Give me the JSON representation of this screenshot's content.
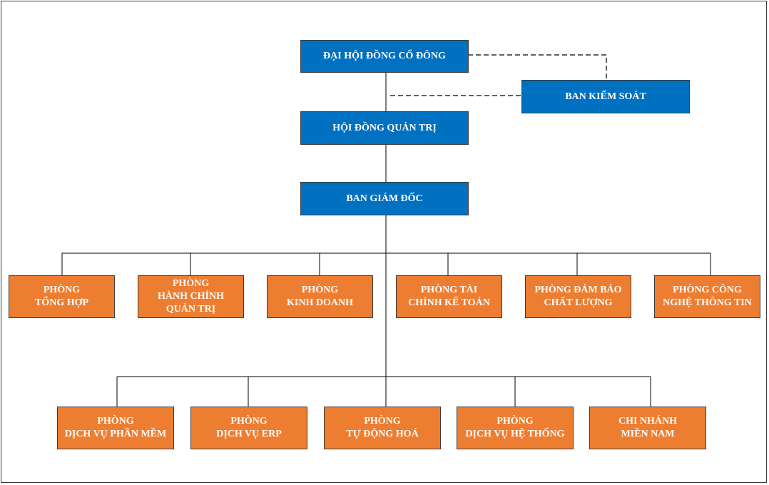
{
  "colors": {
    "top_level": "#0070c0",
    "department": "#ed7d31",
    "line": "#000000"
  },
  "nodes": {
    "dhdcd": "ĐẠI HỘI ĐỒNG CỔ ĐÔNG",
    "bks": "BAN KIỂM SOÁT",
    "hdqt": "HỘI ĐỒNG QUẢN TRỊ",
    "bgd": "BAN GIÁM ĐỐC"
  },
  "departments_row1": [
    "PHÒNG\nTỔNG HỢP",
    "PHÒNG\nHÀNH CHÍNH\nQUẢN TRỊ",
    "PHÒNG\nKINH DOANH",
    "PHÒNG TÀI\nCHÍNH KẾ TOÁN",
    "PHÒNG ĐẢM BẢO\nCHẤT LƯỢNG",
    "PHÒNG CÔNG\nNGHỆ THÔNG TIN"
  ],
  "departments_row2": [
    "PHÒNG\nDỊCH VỤ PHẦN MỀM",
    "PHÒNG\nDỊCH VỤ ERP",
    "PHÒNG\nTỰ ĐỘNG HOÁ",
    "PHÒNG\nDỊCH VỤ HỆ THỐNG",
    "CHI NHÁNH\nMIỀN NAM"
  ]
}
